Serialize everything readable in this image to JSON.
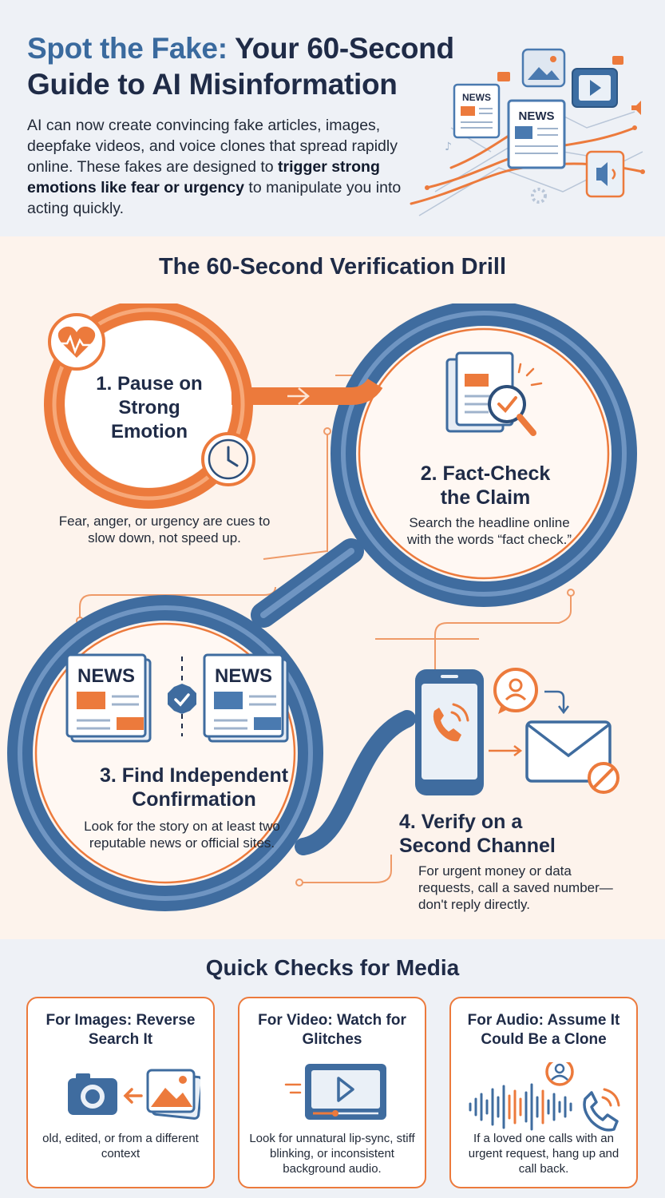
{
  "header": {
    "title_highlight": "Spot the Fake:",
    "title_rest": " Your 60-Second Guide to AI Misinformation",
    "intro_before": "AI can now create convincing fake articles, images, deepfake videos, and voice clones that spread rapidly online. These fakes are designed to ",
    "intro_bold": "trigger strong emotions like fear or urgency",
    "intro_after": " to manipulate you into acting quickly.",
    "art_news_label": "NEWS"
  },
  "drill": {
    "title": "The 60-Second Verification Drill",
    "steps": [
      {
        "title": "1. Pause on Strong Emotion",
        "desc": "Fear, anger, or urgency are cues to slow down, not speed up."
      },
      {
        "title": "2. Fact-Check the Claim",
        "desc": "Search the headline online with the words “fact check.”"
      },
      {
        "title": "3. Find Independent Confirmation",
        "desc": "Look for the story on at least two reputable news or official sites.",
        "news_label": "NEWS"
      },
      {
        "title": "4. Verify on a Second Channel",
        "desc": "For urgent money or data requests, call a saved number—don't reply directly."
      }
    ]
  },
  "quick_checks": {
    "title": "Quick Checks for Media",
    "cards": [
      {
        "title": "For Images: Reverse Search It",
        "desc": "old, edited, or from a different context"
      },
      {
        "title": "For Video: Watch for Glitches",
        "desc": "Look for unnatural lip-sync, stiff blinking, or inconsistent background audio."
      },
      {
        "title": "For Audio: Assume It Could Be a Clone",
        "desc": "If a loved one calls with an urgent request, hang up and call back."
      }
    ]
  },
  "colors": {
    "orange": "#ec7a3c",
    "blue": "#4a7ab0",
    "navy": "#1f2b47",
    "cream": "#fdf3ec",
    "header_bg": "#eef1f6"
  }
}
